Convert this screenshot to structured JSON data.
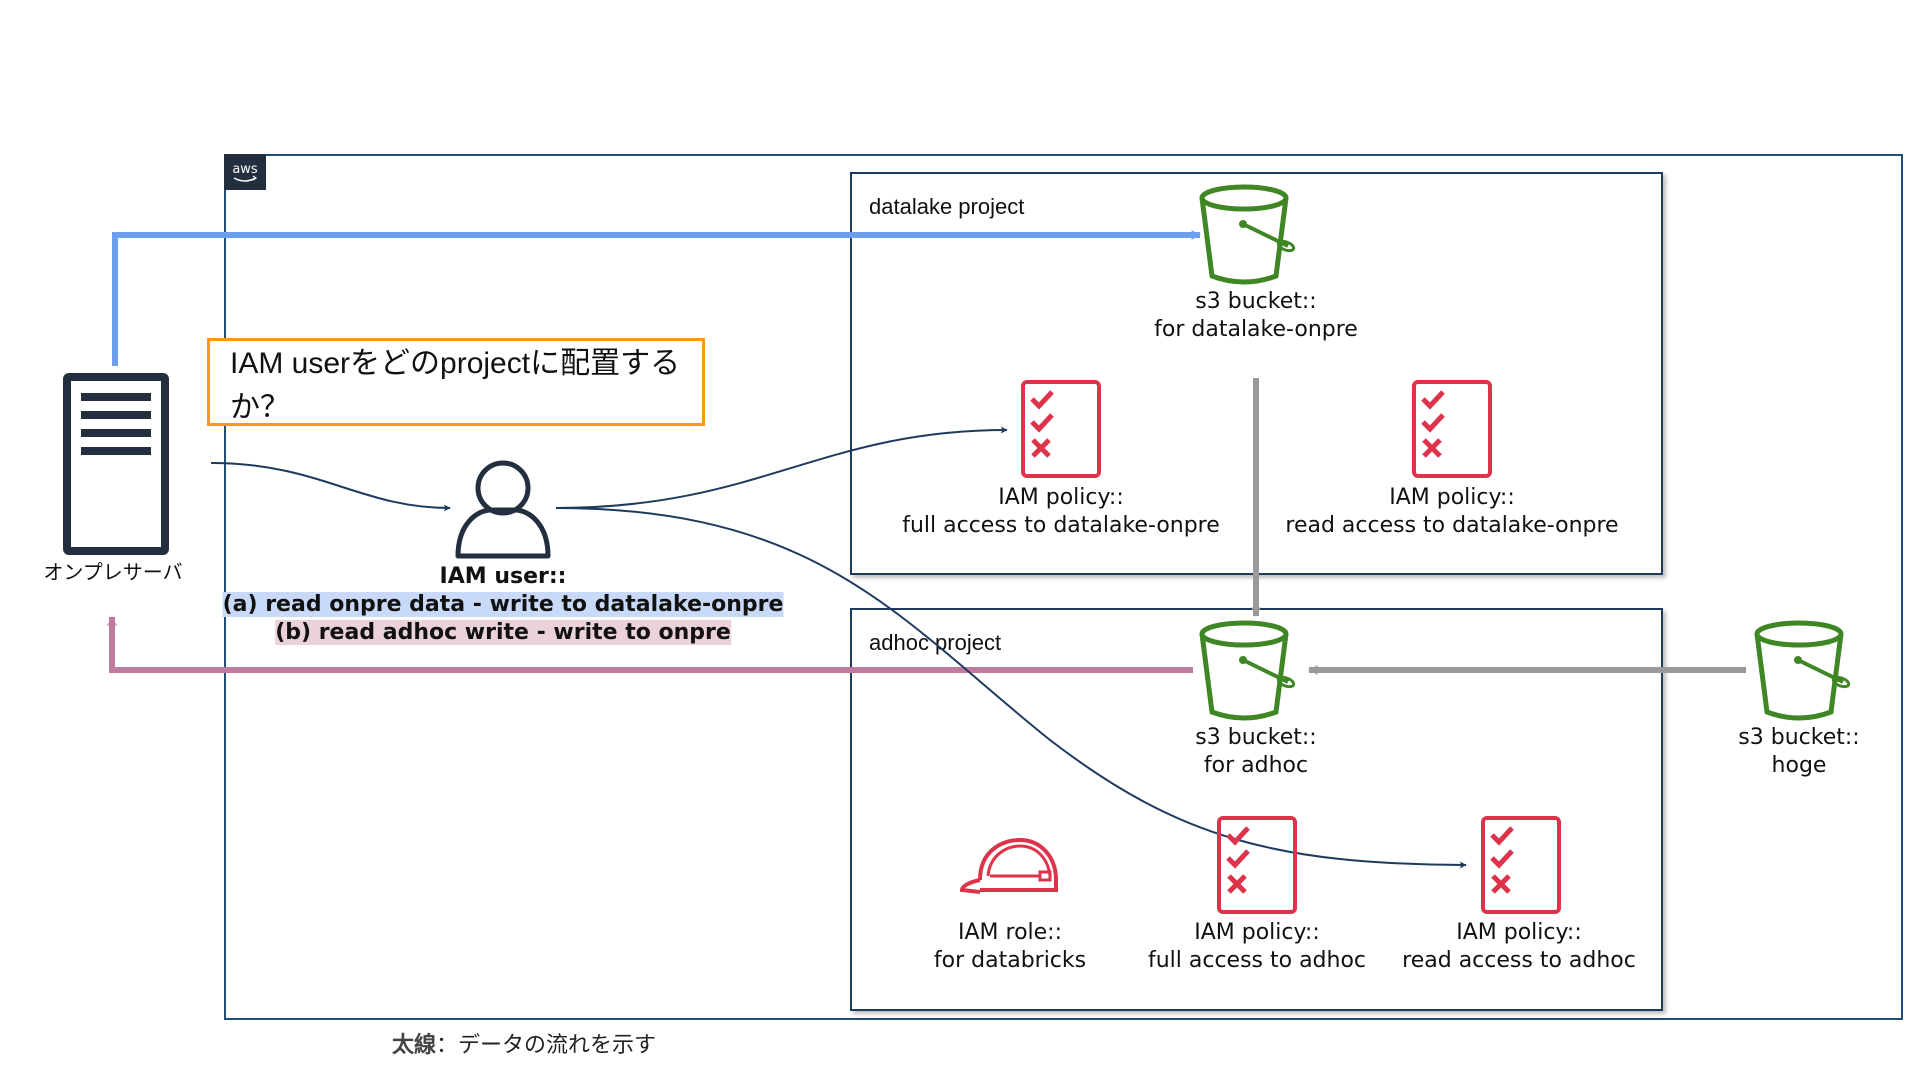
{
  "cloud": {
    "provider_logo": "aws",
    "logo_icon": "aws-logo-icon"
  },
  "question": {
    "text": "IAM userをどのprojectに配置するか？"
  },
  "onprem_server": {
    "label": "オンプレサーバ",
    "icon": "server-icon"
  },
  "iam_user": {
    "title": "IAM user::",
    "option_a": "(a) read onpre data - write to datalake-onpre",
    "option_b": "(b) read adhoc write - write to onpre",
    "icon": "user-icon"
  },
  "projects": {
    "datalake": {
      "title": "datalake project",
      "bucket": {
        "line1": "s3 bucket::",
        "line2": "for datalake-onpre"
      },
      "policy_full": {
        "line1": "IAM policy::",
        "line2": "full access to datalake-onpre"
      },
      "policy_read": {
        "line1": "IAM policy::",
        "line2": "read access to datalake-onpre"
      }
    },
    "adhoc": {
      "title": "adhoc project",
      "bucket": {
        "line1": "s3 bucket::",
        "line2": "for adhoc"
      },
      "role": {
        "line1": "IAM role::",
        "line2": "for databricks"
      },
      "policy_full": {
        "line1": "IAM policy::",
        "line2": "full access to adhoc"
      },
      "policy_read": {
        "line1": "IAM policy::",
        "line2": "read access to adhoc"
      }
    }
  },
  "external_bucket": {
    "line1": "s3 bucket::",
    "line2": "hoge"
  },
  "footnote": {
    "bold": "太線",
    "rest": "：データの流れを示す"
  },
  "colors": {
    "aws_border": "#1F4E79",
    "question_border": "#F39C12",
    "flow_a": "#6D9EEB",
    "flow_b": "#C27BA0",
    "flow_grey": "#999999",
    "assoc_line": "#1F3A5F",
    "bucket_green": "#3F8624",
    "iam_red": "#DD344C",
    "dark_icon": "#232F3E",
    "highlight_a": "#C9DAF8",
    "highlight_b": "#EAD1DC"
  }
}
